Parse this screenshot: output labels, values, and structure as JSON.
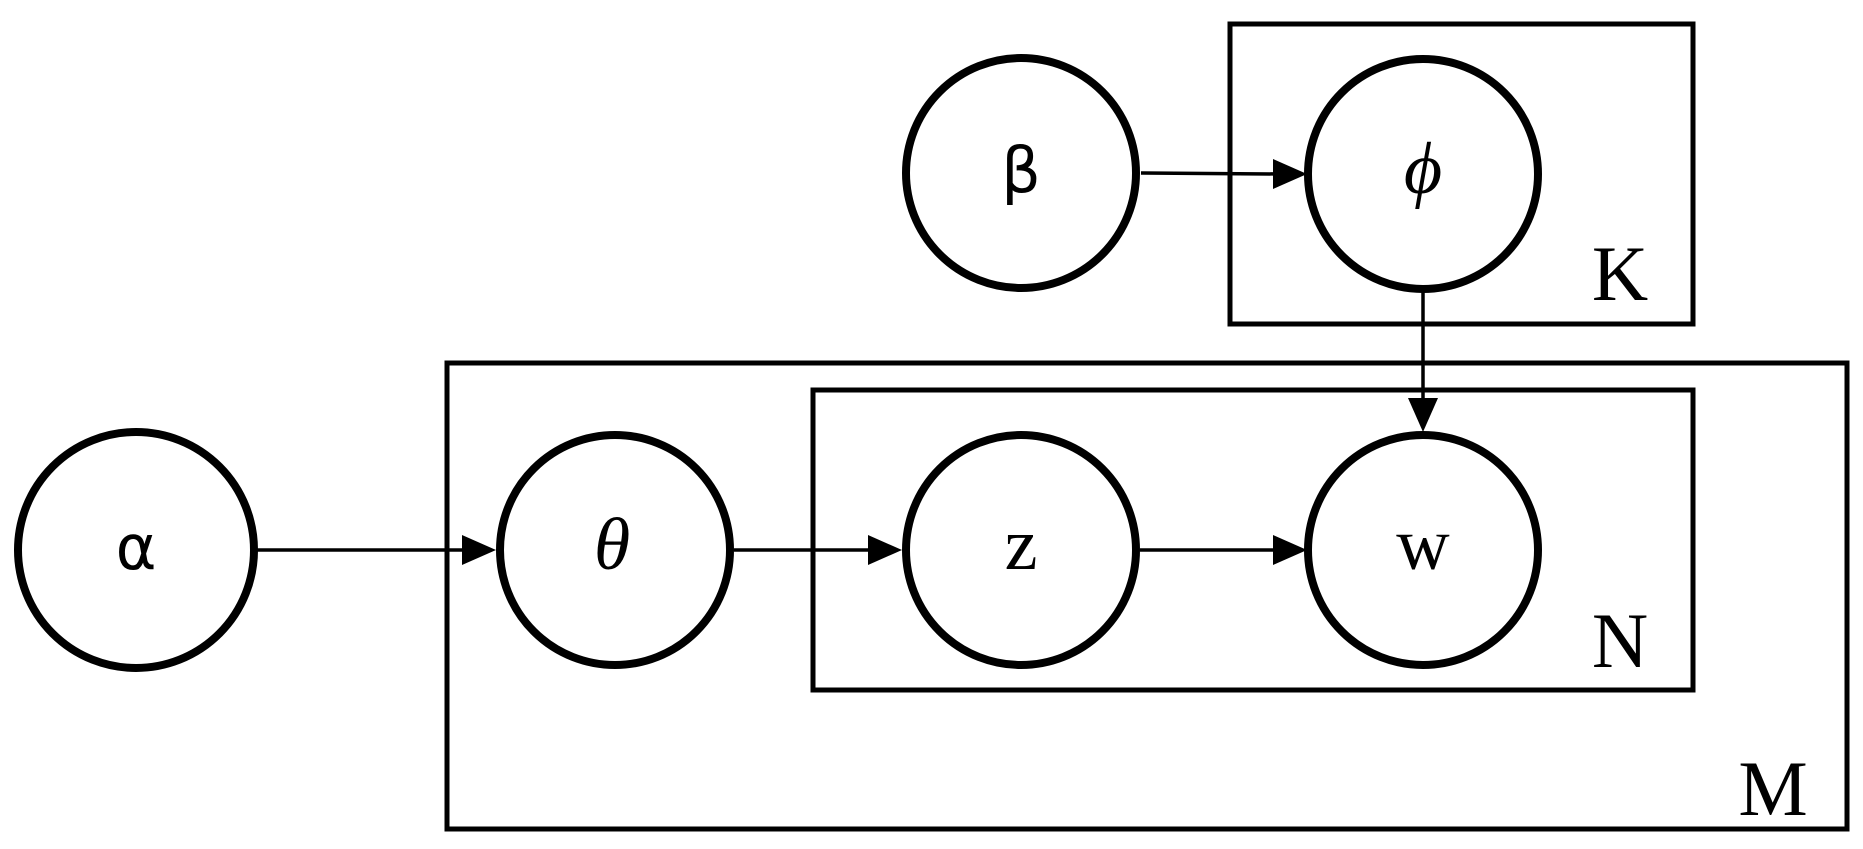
{
  "nodes": {
    "alpha": "α",
    "beta": "β",
    "theta": "θ",
    "phi": "ϕ",
    "z": "z",
    "w": "w"
  },
  "plates": {
    "k": "K",
    "n": "N",
    "m": "M"
  },
  "edges": [
    {
      "from": "alpha",
      "to": "theta"
    },
    {
      "from": "theta",
      "to": "z"
    },
    {
      "from": "z",
      "to": "w"
    },
    {
      "from": "beta",
      "to": "phi"
    },
    {
      "from": "phi",
      "to": "w"
    }
  ]
}
